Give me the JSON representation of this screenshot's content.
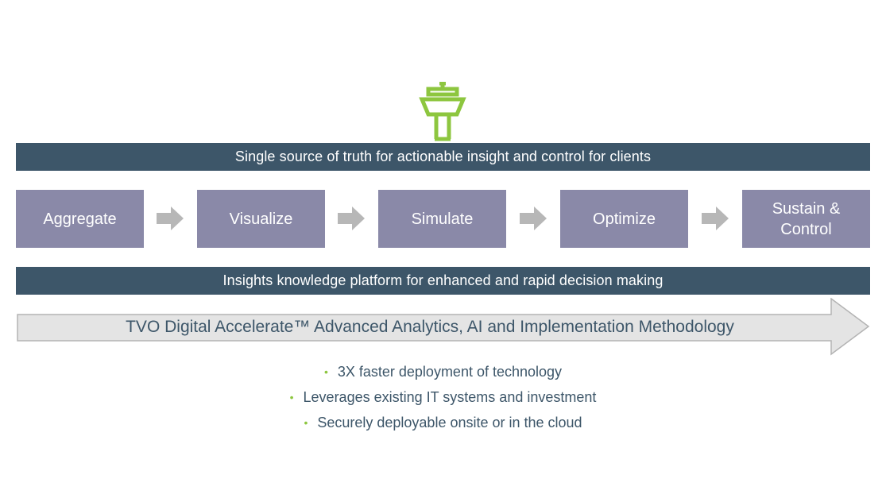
{
  "colors": {
    "band": "#3d5669",
    "step_box": "#8a89a8",
    "accent_green": "#8dc63f",
    "arrow_gray": "#b7b7b7",
    "big_arrow_fill": "#e4e4e4",
    "big_arrow_stroke": "#b3b3b3"
  },
  "icon": {
    "name": "control-tower-icon"
  },
  "top_band": {
    "text": "Single source of truth for actionable insight and control for clients"
  },
  "steps": [
    {
      "label": "Aggregate"
    },
    {
      "label": "Visualize"
    },
    {
      "label": "Simulate"
    },
    {
      "label": "Optimize"
    },
    {
      "label": "Sustain &\nControl"
    }
  ],
  "bottom_band": {
    "text": "Insights knowledge platform for enhanced and rapid decision making"
  },
  "methodology": {
    "text": "TVO Digital Accelerate™ Advanced Analytics, AI and Implementation Methodology"
  },
  "bullets": [
    {
      "text": "3X faster deployment of technology"
    },
    {
      "text": "Leverages existing IT systems and investment"
    },
    {
      "text": "Securely deployable onsite or in the cloud"
    }
  ]
}
